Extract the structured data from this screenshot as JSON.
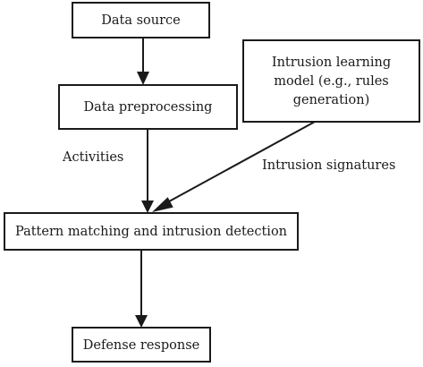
{
  "nodes": {
    "data_source": "Data source",
    "data_preprocessing": "Data preprocessing",
    "learning_model": [
      "Intrusion learning",
      "model (e.g., rules",
      "generation)"
    ],
    "pattern_matching": "Pattern matching and intrusion detection",
    "defense_response": "Defense response"
  },
  "edge_labels": {
    "activities": "Activities",
    "intrusion_signatures": "Intrusion signatures"
  },
  "colors": {
    "stroke": "#1a1a1a",
    "background": "#ffffff"
  }
}
